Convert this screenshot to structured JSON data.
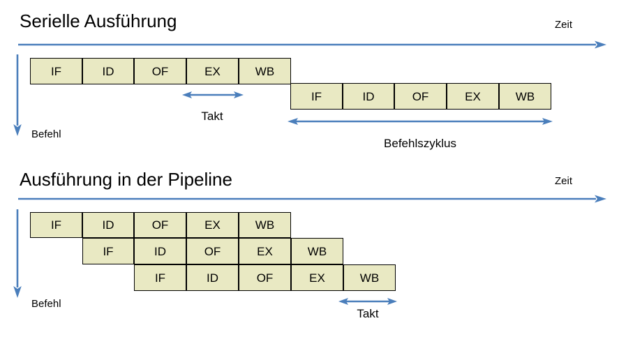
{
  "colors": {
    "box_fill": "#E9E9C3",
    "box_border": "#000000",
    "arrow_blue": "#4A7EBB",
    "text": "#000000",
    "background": "#FFFFFF"
  },
  "stages": {
    "if": "IF",
    "id": "ID",
    "of": "OF",
    "ex": "EX",
    "wb": "WB"
  },
  "serial": {
    "title": "Serielle Ausführung",
    "time_axis_label": "Zeit",
    "instruction_axis_label": "Befehl",
    "clock_label": "Takt",
    "cycle_label": "Befehlszyklus",
    "rows": [
      {
        "name": "instruction-1",
        "start_index": 0,
        "cells": [
          "IF",
          "ID",
          "OF",
          "EX",
          "WB"
        ]
      },
      {
        "name": "instruction-2",
        "start_index": 5,
        "cells": [
          "IF",
          "ID",
          "OF",
          "EX",
          "WB"
        ]
      }
    ]
  },
  "pipeline": {
    "title": "Ausführung in der Pipeline",
    "time_axis_label": "Zeit",
    "instruction_axis_label": "Befehl",
    "clock_label": "Takt",
    "rows": [
      {
        "name": "instruction-1",
        "start_index": 0,
        "cells": [
          "IF",
          "ID",
          "OF",
          "EX",
          "WB"
        ]
      },
      {
        "name": "instruction-2",
        "start_index": 1,
        "cells": [
          "IF",
          "ID",
          "OF",
          "EX",
          "WB"
        ]
      },
      {
        "name": "instruction-3",
        "start_index": 2,
        "cells": [
          "IF",
          "ID",
          "OF",
          "EX",
          "WB"
        ]
      }
    ]
  }
}
